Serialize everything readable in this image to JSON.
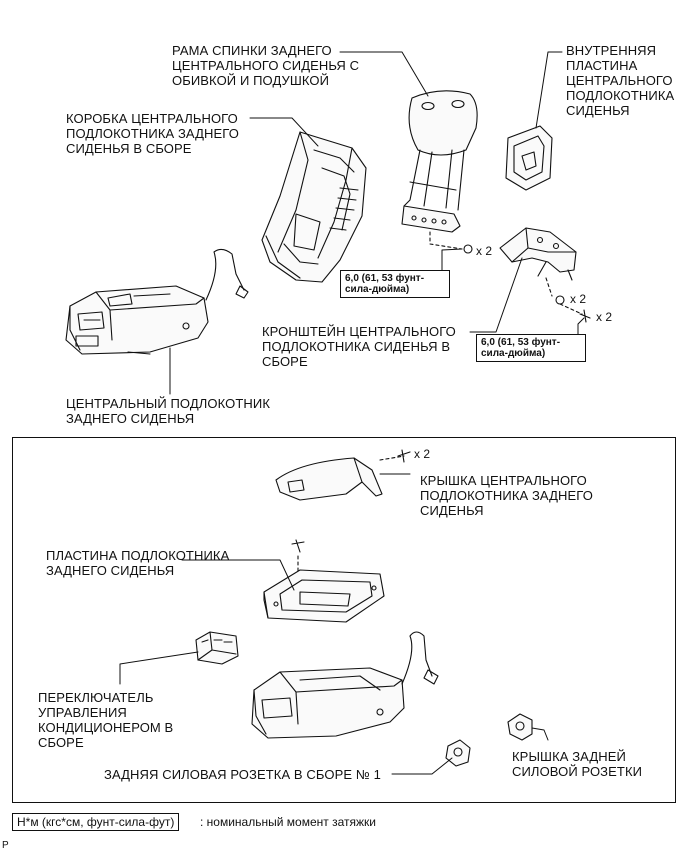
{
  "labels": {
    "seatback_frame": "РАМА СПИНКИ ЗАДНЕГО\nЦЕНТРАЛЬНОГО СИДЕНЬЯ С\nОБИВКОЙ И ПОДУШКОЙ",
    "inner_plate": "ВНУТРЕННЯЯ\nПЛАСТИНА\nЦЕНТРАЛЬНОГО\nПОДЛОКОТНИКА\nСИДЕНЬЯ",
    "armrest_box": "КОРОБКА ЦЕНТРАЛЬНОГО\nПОДЛОКОТНИКА ЗАДНЕГО\nСИДЕНЬЯ В СБОРЕ",
    "bracket": "КРОНШТЕЙН ЦЕНТРАЛЬНОГО\nПОДЛОКОТНИКА СИДЕНЬЯ В\nСБОРЕ",
    "center_armrest": "ЦЕНТРАЛЬНЫЙ ПОДЛОКОТНИК\nЗАДНЕГО СИДЕНЬЯ",
    "armrest_cover": "КРЫШКА ЦЕНТРАЛЬНОГО\nПОДЛОКОТНИКА ЗАДНЕГО\nСИДЕНЬЯ",
    "armrest_plate": "ПЛАСТИНА ПОДЛОКОТНИКА\nЗАДНЕГО СИДЕНЬЯ",
    "ac_switch": "ПЕРЕКЛЮЧАТЕЛЬ\nУПРАВЛЕНИЯ\nКОНДИЦИОНЕРОМ В\nСБОРЕ",
    "power_outlet": "ЗАДНЯЯ СИЛОВАЯ РОЗЕТКА В СБОРЕ № 1",
    "outlet_cover": "КРЫШКА ЗАДНЕЙ\nСИЛОВОЙ РОЗЕТКИ"
  },
  "torque": {
    "spec_1": "6,0 (61, 53 фунт-\nсила-дюйма)",
    "spec_2": "6,0 (61, 53 фунт-\nсила-дюйма)"
  },
  "quantities": {
    "q1": "x 2",
    "q2": "x 2",
    "q3": "x 2",
    "q4": "x 2"
  },
  "legend": {
    "box": "Н*м (кгс*см, фунт-сила-фут)",
    "text": ": номинальный момент затяжки"
  },
  "figure_mark": "P"
}
